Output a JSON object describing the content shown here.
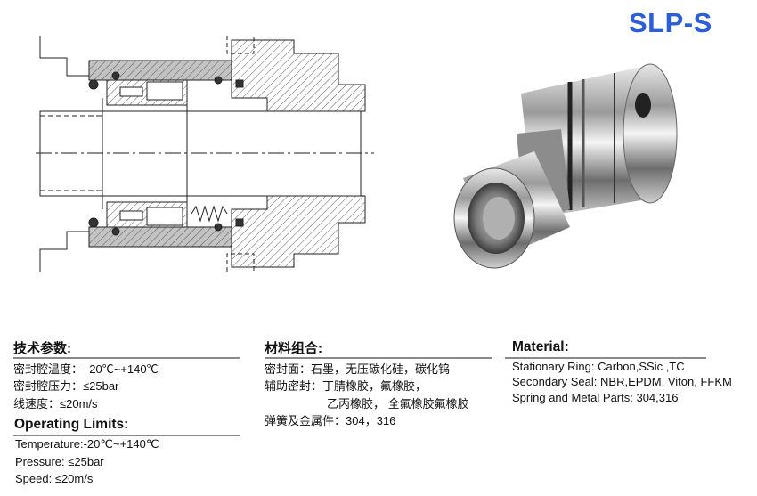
{
  "title": "SLP-S",
  "tech_params_cn": {
    "heading": "技术参数:",
    "rows": [
      "密封腔温度：–20℃~+140℃",
      "密封腔压力：≤25bar",
      "线速度：≤20m/s"
    ]
  },
  "operating_limits": {
    "heading": "Operating Limits:",
    "rows": [
      "Temperature:-20℃~+140℃",
      "Pressure: ≤25bar",
      "Speed: ≤20m/s"
    ]
  },
  "materials_cn": {
    "heading": "材料组合:",
    "rows": [
      "密封面：石墨，无压碳化硅，碳化钨",
      "辅助密封：丁腈橡胶，氟橡胶，",
      "乙丙橡胶， 全氟橡胶氟橡胶",
      "弹簧及金属件：304，316"
    ]
  },
  "material": {
    "heading": "Material:",
    "rows": [
      "Stationary Ring: Carbon,SSic ,TC",
      "Secondary Seal: NBR,EPDM, Viton, FFKM",
      "Spring and Metal Parts: 304,316"
    ]
  }
}
